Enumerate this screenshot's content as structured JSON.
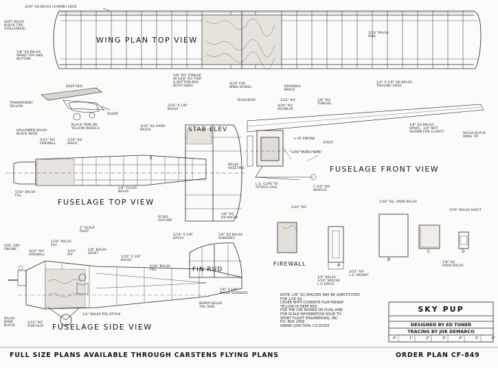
{
  "views": {
    "wing_title": "WING PLAN TOP VIEW",
    "fuse_top_title": "FUSELAGE TOP VIEW",
    "fuse_side_title": "FUSELAGE SIDE VIEW",
    "fuse_front_title": "FUSELAGE FRONT VIEW",
    "stab_elev": "STAB  ELEV",
    "fin_rud": "FIN  RUD",
    "firewall_title": "FIREWALL"
  },
  "labels": {
    "leading_edge": "3/16\" SQ BALSA LEADING EDGE",
    "wing_tips": "SOFT BALSA\nBLOCK TIPS\n(HOLLOWED)",
    "spars": "1/8\" SQ BALSA\nSPARS TOP AND\nBOTTOM",
    "rib": "1/16\" BALSA\nRIBS",
    "ply_tongue": "1/8\" PLY TONGUE\nIN 1/16\" PLY TRIP\n& BOTTOM BOX\nBOTH SIDES",
    "slot_wing": "SLOT FOR\nWING DOWEL",
    "dihedral_brace": "DIHEDRAL\nBRACE",
    "trailing_edge": "1/4\" X 1/8\" HD BALSA\nTRAILING EDGE",
    "deep_red": "DEEP RED",
    "transparent_yellow": "TRANSPARENT\nYELLOW",
    "silver": "SILVER",
    "black_trim": "BLACK TRIM ON\nYELLOW WHEELS",
    "hollowed_nose": "HOLLOWED BALSA\nBLOCK NOSE",
    "firewall_ply": "3/32\" PLY\nFIREWALL",
    "spacer_sq": "1/16\" SQ\nSPACE",
    "hard_balsa": "3/16\" SQ HARD\nBALSA",
    "stab_ribs": "3/16\" X 1/8\"\nBALSA",
    "balsa_sheet_top": "BALSA\nSHEETING",
    "balsa_fill": "1/8\" FILLER\nBALSA",
    "balsa_fill2": "5/16\" BALSA\nFILL",
    "scale_outline": "SCALE\nOUTLINE",
    "hd_balsa": "1/8\" SQ\nHD BALSA",
    "bulkhead": "BULKHEAD",
    "ply_front": "1/32\" PLY",
    "ply_front2": "3/16\" PLY\nDOUBLER",
    "ply_tongue_front": "1/8\" PLY\nTONGUE",
    "sq_balsa_spars": "1/8\" SQ BALSA\nSPARS - 1/8\" NOT\nSHOWN FOR CLARITY",
    "balsa_block_wing_tip": "BALSA BLOCK\nWING TIP",
    "of_engine": "¢ OF ENGINE",
    "strut": "STRUT",
    "music_wire": "1/16\" MUSIC WIRE",
    "lg_clips": "L.G. CLIPS TO\nATTACH AXLE",
    "wheels": "1-1/4\" DIA\nWHEELS",
    "cox_engine": "COX .049\nENGINE",
    "ply_firewall": "3/32\" PLY\nFIREWALL",
    "scale_pilot": "1\" SCALE\nPILOT",
    "balsa_fill_s": "1/16\" BALSA\nFILL",
    "balsa_sheet_s": "1/8\" BALSA\nSHEET",
    "ply_s": "3/16\"\nPLY",
    "balsa_s2": "1/16\" BALSA\nFILL",
    "stringer": "1/16\" X 1/8\"\nBALSA",
    "stab_balsa": "1/16\" X 1/8\"\nBALSA",
    "balsa_nose_block": "BALSA\nNOSE\nBLOCK",
    "zvehicle": "1/32\" PLY\nZVACULIP",
    "balsa_pre_stock": "1/4\" BALSA PRE-STOCK",
    "balsa_tail_skid": "BORDY BALSA\nTAIL SKID",
    "balsa_sides": "1/8\" SQ BALSA\nSUBSIDES",
    "balsa_tail_right": "1/8\" X 1/8\"\nBALSA SUBSIDES",
    "hard_balsa_right": "1/16\" SQ. HARD BALSA",
    "balsa_sheet_right": "1/16\" BALSA SHEET",
    "ply_doubler_fw": "3/32\" PLY",
    "balsa_spacer_fw": "1/4\" BALSA\n1/16\" SPACER\nL.G SPACE",
    "ply_lg": "3/32\" PLY\nL.G. MOUNT",
    "hard_balsa_c": "1/8\" SQ\nHARD BALSA"
  },
  "note": "NOTE: 1/8\" SQ SPACERS MAY BE SUBSTITUTED\nFOR 1/16 SQ.\nCOVER WITH COVERITE FILM-TRANSP\nYELLOW IN DEEP RED.\nFOR THE USE WONKE OR FUSIL-AIRE\nFOR SCALE INFORMATION ISSUE TO\nSPORT FLIGHT ENGINEERING, INC.\nP.O. BOX 2958\nGRAND JUNCTION, CO 81502",
  "title_block": {
    "name": "SKY PUP",
    "designer": "DESIGNED BY ED TONER",
    "tracer": "TRACING BY JOE DEMARCO",
    "scale_marks": [
      "0\"",
      "1\"",
      "2\"",
      "3\"",
      "4\"",
      "5\"",
      "6\""
    ]
  },
  "footer": {
    "left": "FULL SIZE PLANS AVAILABLE THROUGH CARSTENS FLYING PLANS",
    "right": "ORDER PLAN CF-849"
  },
  "small_letters": {
    "a": "A",
    "b": "B",
    "c": "C",
    "d": "D",
    "e": "E"
  }
}
